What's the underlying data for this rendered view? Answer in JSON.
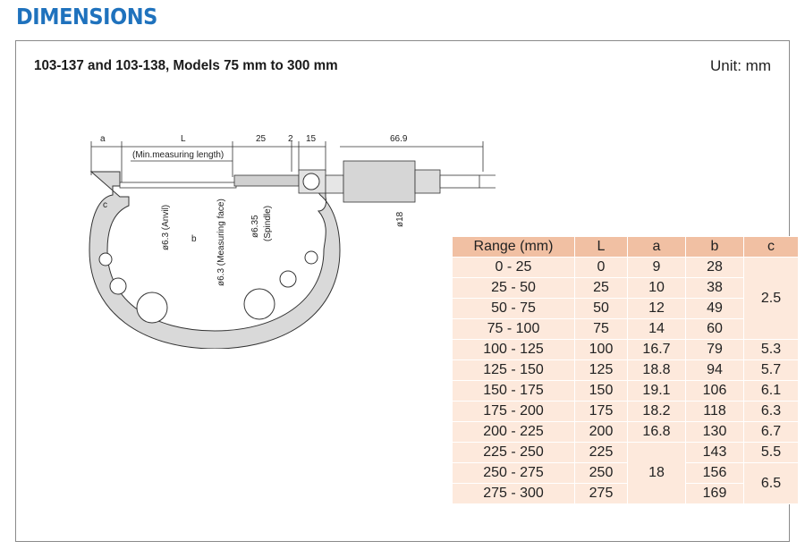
{
  "heading": "DIMENSIONS",
  "figure_title": "103-137 and 103-138, Models 75 mm to 300 mm",
  "unit": "Unit: mm",
  "drawing_labels": {
    "a": "a",
    "L": "L",
    "min_length": "(Min.measuring length)",
    "d25": "25",
    "d2": "2",
    "d15": "15",
    "d669": "66.9",
    "c": "c",
    "b": "b",
    "anvil": "ø6.3 (Anvil)",
    "meas_face": "ø6.3 (Measuring face)",
    "spindle_dia": "ø6.35",
    "spindle": "(Spindle)",
    "thimble": "ø18"
  },
  "table": {
    "headers": [
      "Range (mm)",
      "L",
      "a",
      "b",
      "c"
    ],
    "rows": [
      [
        "0 - 25",
        "0",
        "9",
        "28"
      ],
      [
        "25 - 50",
        "25",
        "10",
        "38"
      ],
      [
        "50 - 75",
        "50",
        "12",
        "49"
      ],
      [
        "75 - 100",
        "75",
        "14",
        "60"
      ],
      [
        "100 - 125",
        "100",
        "16.7",
        "79"
      ],
      [
        "125 - 150",
        "125",
        "18.8",
        "94"
      ],
      [
        "150 - 175",
        "150",
        "19.1",
        "106"
      ],
      [
        "175 - 200",
        "175",
        "18.2",
        "118"
      ],
      [
        "200 - 225",
        "200",
        "16.8",
        "130"
      ],
      [
        "225 - 250",
        "225",
        "",
        "143"
      ],
      [
        "250 - 275",
        "250",
        "",
        "156"
      ],
      [
        "275 - 300",
        "275",
        "",
        "169"
      ]
    ],
    "merged": {
      "c_rows_0_3": "2.5",
      "c_row_4": "5.3",
      "c_row_5": "5.7",
      "c_row_6": "6.1",
      "c_row_7": "6.3",
      "c_row_8": "6.7",
      "c_row_9": "5.5",
      "c_rows_10_11": "6.5",
      "a_rows_9_11": "18"
    }
  }
}
